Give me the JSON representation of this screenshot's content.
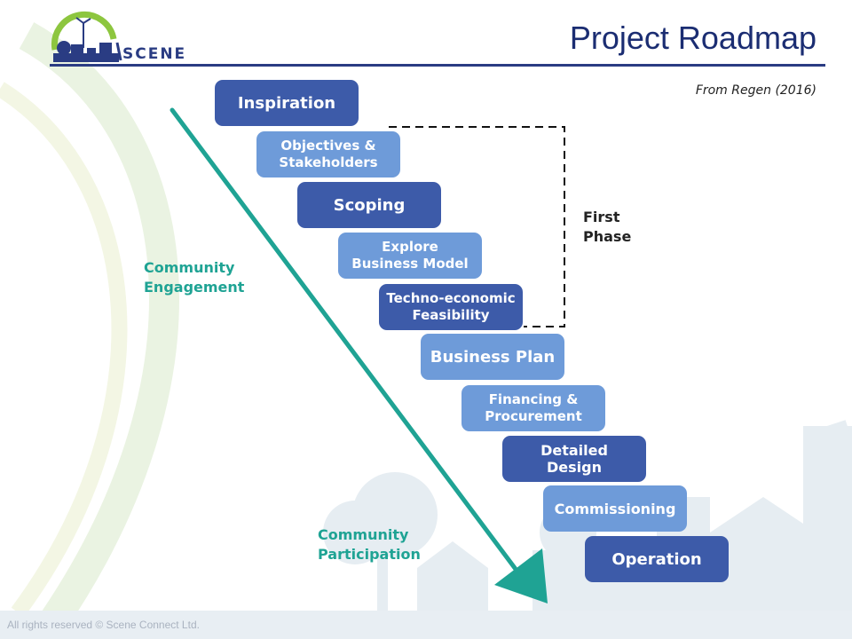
{
  "header": {
    "logo_text": "SCENE",
    "title": "Project Roadmap",
    "citation": "From Regen (2016)"
  },
  "roadmap": {
    "steps": [
      {
        "line1": "Inspiration",
        "line2": "",
        "shade": "dark"
      },
      {
        "line1": "Objectives &",
        "line2": "Stakeholders",
        "shade": "light"
      },
      {
        "line1": "Scoping",
        "line2": "",
        "shade": "dark"
      },
      {
        "line1": "Explore",
        "line2": "Business Model",
        "shade": "light"
      },
      {
        "line1": "Techno-economic",
        "line2": "Feasibility",
        "shade": "dark"
      },
      {
        "line1": "Business Plan",
        "line2": "",
        "shade": "light"
      },
      {
        "line1": "Financing &",
        "line2": "Procurement",
        "shade": "light"
      },
      {
        "line1": "Detailed",
        "line2": "Design",
        "shade": "dark"
      },
      {
        "line1": "Commissioning",
        "line2": "",
        "shade": "light"
      },
      {
        "line1": "Operation",
        "line2": "",
        "shade": "dark"
      }
    ],
    "first_phase": {
      "line1": "First",
      "line2": "Phase"
    },
    "engagement": {
      "line1": "Community",
      "line2": "Engagement"
    },
    "participation": {
      "line1": "Community",
      "line2": "Participation"
    }
  },
  "colors": {
    "dark_step": "#3d5ba9",
    "light_step": "#6e9bd9",
    "arrow": "#1fa394",
    "title": "#1b2d72"
  },
  "footer": {
    "text": "All rights reserved © Scene Connect Ltd."
  }
}
